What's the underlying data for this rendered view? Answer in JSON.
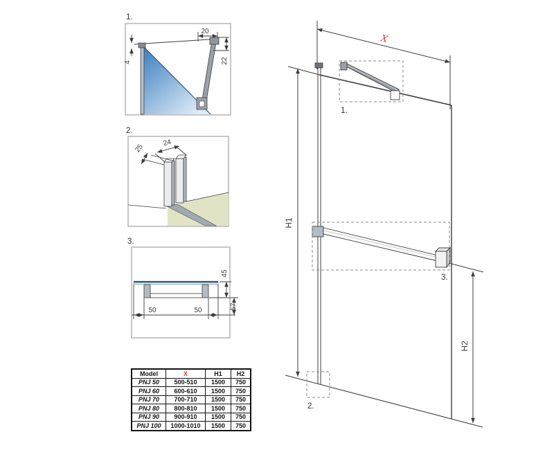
{
  "colors": {
    "accent_red": "#c8423c",
    "line": "#3c3c3c",
    "glass_blue_dark": "#3e7ec0",
    "glass_blue_light": "#e2eff9",
    "floor_green": "#e0e4c4",
    "profile_gray": "#b5bbc2"
  },
  "detail1": {
    "label": "1.",
    "dim_top": "20",
    "dim_gap": "4",
    "dim_side": "22"
  },
  "detail2": {
    "label": "2.",
    "dim_depth": "25",
    "dim_width": "24"
  },
  "detail3": {
    "label": "3.",
    "dim_upper": "45",
    "dim_lower": "57",
    "dim_left": "50",
    "dim_right": "50"
  },
  "main": {
    "width_label": "X",
    "height1_label": "H1",
    "height2_label": "H2",
    "callout1": "1.",
    "callout2": "2.",
    "callout3": "3."
  },
  "table": {
    "headers": {
      "model": "Model",
      "x": "X",
      "h1": "H1",
      "h2": "H2"
    },
    "rows": [
      {
        "model": "PNJ 50",
        "x": "500-510",
        "h1": "1500",
        "h2": "750"
      },
      {
        "model": "PNJ 60",
        "x": "600-610",
        "h1": "1500",
        "h2": "750"
      },
      {
        "model": "PNJ 70",
        "x": "700-710",
        "h1": "1500",
        "h2": "750"
      },
      {
        "model": "PNJ 80",
        "x": "800-810",
        "h1": "1500",
        "h2": "750"
      },
      {
        "model": "PNJ 90",
        "x": "900-910",
        "h1": "1500",
        "h2": "750"
      },
      {
        "model": "PNJ 100",
        "x": "1000-1010",
        "h1": "1500",
        "h2": "750"
      }
    ]
  }
}
